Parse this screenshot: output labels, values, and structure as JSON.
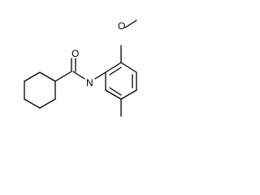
{
  "molecule": {
    "atoms": {
      "carbonyl_oxygen": "O",
      "amide_nitrogen": "N",
      "methoxy_oxygen": "O"
    }
  }
}
